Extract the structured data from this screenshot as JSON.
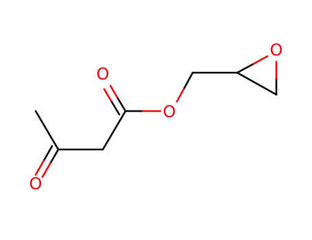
{
  "colors": {
    "carbon_bond": "#000000",
    "oxygen": "#e8000b"
  },
  "atoms": [
    {
      "id": "O_ketone",
      "symbol": "O"
    },
    {
      "id": "O_ester_carbonyl",
      "symbol": "O"
    },
    {
      "id": "O_ester_link",
      "symbol": "O"
    },
    {
      "id": "O_epoxide",
      "symbol": "O"
    }
  ]
}
